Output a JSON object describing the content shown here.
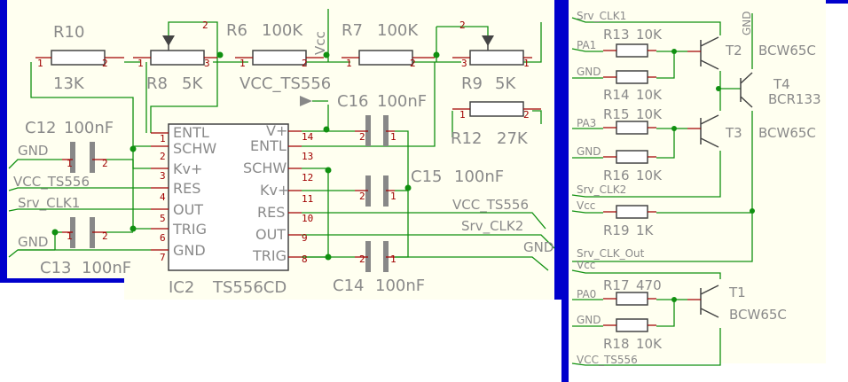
{
  "colors": {
    "wire": "#109010",
    "pin": "#a00000",
    "border": "#0000cc",
    "paper": "#fffff0",
    "label": "#8a8a8a"
  },
  "left": {
    "r10": {
      "name": "R10",
      "value": "13K"
    },
    "r8": {
      "name": "R8",
      "value": "5K"
    },
    "r6": {
      "name": "R6",
      "value": "100K"
    },
    "r7": {
      "name": "R7",
      "value": "100K"
    },
    "r9": {
      "name": "R9",
      "value": "5K"
    },
    "r12": {
      "name": "R12",
      "value": "27K"
    },
    "c12": {
      "name": "C12",
      "value": "100nF"
    },
    "c13": {
      "name": "C13",
      "value": "100nF"
    },
    "c14": {
      "name": "C14",
      "value": "100nF"
    },
    "c15": {
      "name": "C15",
      "value": "100nF"
    },
    "c16": {
      "name": "C16",
      "value": "100nF"
    },
    "net_vcc_ts556_top": "VCC_TS556",
    "net_vcc_vertical": "Vcc",
    "ic": {
      "name": "IC2",
      "part": "TS556CD",
      "left_pins": [
        {
          "num": "1",
          "name": "ENTL"
        },
        {
          "num": "2",
          "name": "SCHW"
        },
        {
          "num": "3",
          "name": "Kv+"
        },
        {
          "num": "4",
          "name": "RES"
        },
        {
          "num": "5",
          "name": "OUT"
        },
        {
          "num": "6",
          "name": "TRIG"
        },
        {
          "num": "7",
          "name": "GND"
        }
      ],
      "right_pins": [
        {
          "num": "14",
          "name": "V+"
        },
        {
          "num": "13",
          "name": "ENTL"
        },
        {
          "num": "12",
          "name": "SCHW"
        },
        {
          "num": "11",
          "name": "Kv+"
        },
        {
          "num": "10",
          "name": "RES"
        },
        {
          "num": "9",
          "name": "OUT"
        },
        {
          "num": "8",
          "name": "TRIG"
        }
      ]
    },
    "left_nets": {
      "gnd1": "GND",
      "vcc": "VCC_TS556",
      "clk": "Srv_CLK1",
      "gnd2": "GND"
    },
    "right_nets": {
      "vcc": "VCC_TS556",
      "clk": "Srv_CLK2",
      "gnd": "GND"
    },
    "pins": {
      "one": "1",
      "two": "2",
      "three": "3"
    }
  },
  "right": {
    "nets": {
      "clk1": "Srv_CLK1",
      "pa1": "PA1",
      "gnd1": "GND",
      "pa3": "PA3",
      "gnd2": "GND",
      "clk2": "Srv_CLK2",
      "vcc1": "Vcc",
      "clk_out": "Srv_CLK_Out",
      "vcc2": "Vcc",
      "pa0": "PA0",
      "gnd3": "GND",
      "vcc_ts": "VCC_TS556",
      "gnd_top": "GND"
    },
    "r13": {
      "name": "R13",
      "value": "10K"
    },
    "r14": {
      "name": "R14",
      "value": "10K"
    },
    "r15": {
      "name": "R15",
      "value": "10K"
    },
    "r16": {
      "name": "R16",
      "value": "10K"
    },
    "r19": {
      "name": "R19",
      "value": "1K"
    },
    "r17": {
      "name": "R17",
      "value": "470"
    },
    "r18": {
      "name": "R18",
      "value": "10K"
    },
    "t2": {
      "name": "T2",
      "part": "BCW65C"
    },
    "t3": {
      "name": "T3",
      "part": "BCW65C"
    },
    "t4": {
      "name": "T4",
      "part": "BCR133"
    },
    "t1": {
      "name": "T1",
      "part": "BCW65C"
    }
  }
}
